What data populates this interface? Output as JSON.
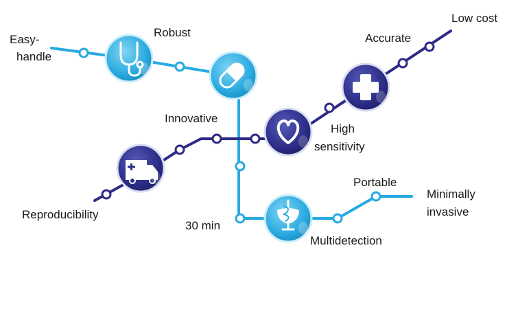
{
  "labels": {
    "easy_handle_1": "Easy-",
    "easy_handle_2": "handle",
    "robust": "Robust",
    "accurate": "Accurate",
    "low_cost": "Low cost",
    "innovative": "Innovative",
    "high_sensitivity_1": "High",
    "high_sensitivity_2": "sensitivity",
    "reproducibility": "Reproducibility",
    "portable": "Portable",
    "minimally_invasive_1": "Minimally",
    "minimally_invasive_2": "invasive",
    "thirty_min": "30 min",
    "multidetection": "Multidetection"
  },
  "colors": {
    "light_line": "#27aae1",
    "dark_line": "#2e2a85",
    "light_node": "#29a9df",
    "dark_node": "#2b2d86"
  },
  "icons": {
    "stethoscope": "stethoscope-icon",
    "pill": "pill-icon",
    "heart": "heart-icon",
    "cross": "cross-icon",
    "ambulance": "ambulance-icon",
    "pharmacy": "pharmacy-icon"
  }
}
